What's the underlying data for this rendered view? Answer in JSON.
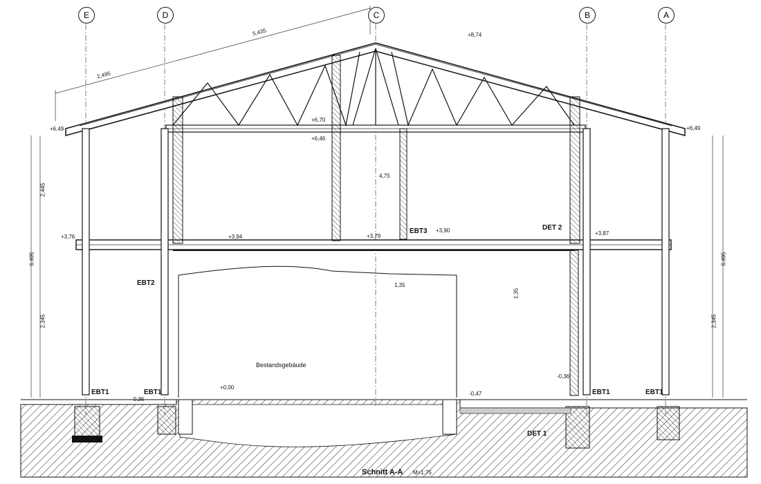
{
  "grid_axes": [
    {
      "label": "E"
    },
    {
      "label": "D"
    },
    {
      "label": "C"
    },
    {
      "label": "B"
    },
    {
      "label": "A"
    }
  ],
  "levels": {
    "ridge": "+8,74",
    "eave_left": "+6,49",
    "eave_right": "+6,49",
    "tie_beam": "+6,70",
    "tie_beam_2": "+6,46",
    "floor_left": "+3,76",
    "floor_d": "+3,94",
    "floor_c": "+3,90",
    "floor_mid": "+3,79",
    "floor_right": "+3,87",
    "ground": "+0,00",
    "ground_left": "-0,36",
    "ground_right": "-0,47",
    "ground_b": "-0,36"
  },
  "dimensions": {
    "rafter_left_top": "5,435",
    "rafter_left_low": "2,495",
    "left_upper": "2,445",
    "left_total": "6,495",
    "left_lower": "2,345",
    "right_lower": "2,345",
    "right_total": "6,495",
    "mid_span": "4,75",
    "small_a": "1,35",
    "small_b": "1,35"
  },
  "labels": {
    "ebt1_left": "EBT1",
    "ebt1_d": "EBT1",
    "ebt1_b": "EBT1",
    "ebt1_a": "EBT1",
    "ebt2": "EBT2",
    "ebt3": "EBT3",
    "det2": "DET 2",
    "det1": "DET 1",
    "existing": "Bestandsgebäude",
    "section_title": "Schnitt A-A",
    "scale": "M=1:75"
  }
}
